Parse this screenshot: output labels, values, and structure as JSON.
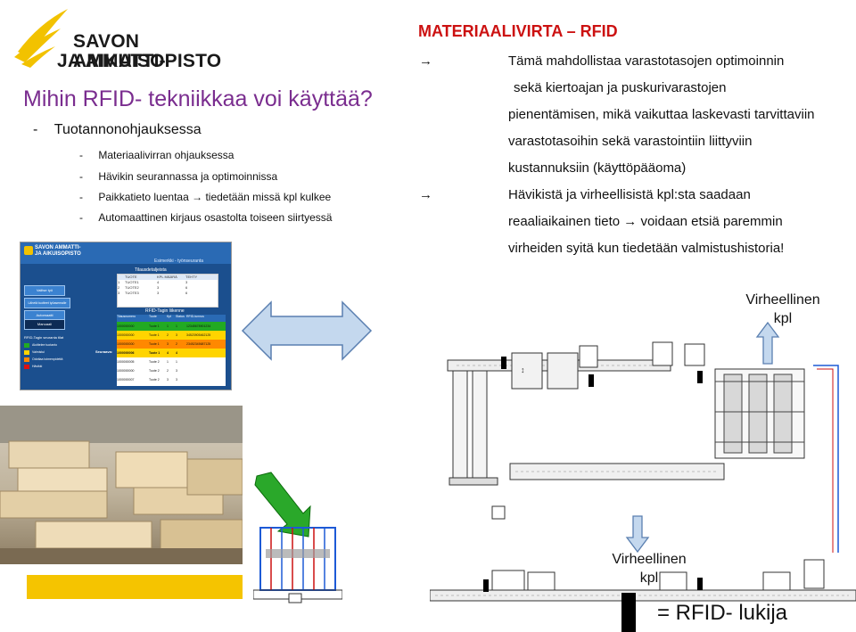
{
  "logo": {
    "line1": "SAVON AMMATTI-",
    "line2": "JA AIKUISOPISTO",
    "accent": "#f2c200"
  },
  "left": {
    "heading": "Mihin RFID- tekniikkaa voi käyttää?",
    "items": [
      {
        "marker": "-",
        "text": "Tuotannonohjauksessa"
      },
      {
        "marker": "-",
        "text": "Materiaalivirran ohjauksessa"
      },
      {
        "marker": "-",
        "text": "Hävikin seurannassa ja optimoinnissa"
      },
      {
        "marker": "-",
        "text": "Paikkatieto luentaa",
        "arrow": "→",
        "rest": "tiedetään missä kpl kulkee"
      },
      {
        "marker": "-",
        "text": "Automaattinen kirjaus osastolta toiseen siirtyessä"
      }
    ]
  },
  "right": {
    "title": "MATERIAALIVIRTA – RFID",
    "bullet_arrow": "→",
    "lines": [
      "Tämä mahdollistaa varastotasojen optimoinnin",
      "sekä kiertoajan ja puskurivarastojen",
      "pienentämisen, mikä vaikuttaa laskevasti tarvittaviin",
      "varastotasoihin sekä varastointiin liittyviin",
      "kustannuksiin (käyttöpääoma)",
      "Hävikistä ja virheellisistä kpl:sta saadaan",
      "reaaliaikainen tieto",
      "voidaan etsiä paremmin",
      "virheiden syitä kun tiedetään valmistushistoria!"
    ]
  },
  "screenshot": {
    "logo_line1": "SAVON AMMATTI-",
    "logo_line2": "JA AIKUISOPISTO",
    "banner": "Esimerkki - työnseuranta",
    "table_title": "Tilausdetaljeista",
    "menu": [
      "Valitse työ",
      "Lähetä tuotteet työasemalle",
      "Automaatti",
      "Manuaali"
    ],
    "order_header": [
      "TUOTE",
      "KPL MÄÄRÄ",
      "TEHTY"
    ],
    "orders": [
      [
        "1",
        "TUOTE1",
        "4",
        "3"
      ],
      [
        "2",
        "TUOTE2",
        "3",
        "6"
      ],
      [
        "3",
        "TUOTE3",
        "3",
        "6"
      ]
    ],
    "rfid_title": "RFID-Tagin liikenne",
    "rfid_header": [
      "Tilausnumero",
      "Tuote",
      "Kpl",
      "Status",
      "RFID-tunnus"
    ],
    "next_label": "Seuraava:",
    "legend_title": "RFID-Tagin seuranta tilat",
    "legend": [
      {
        "label": "Aloittelee tuotanto",
        "color": "#22aa22"
      },
      {
        "label": "Valmistui",
        "color": "#ffd400"
      },
      {
        "label": "Odottaa toimenpidettä",
        "color": "#ff8800"
      },
      {
        "label": "Hävikki",
        "color": "#dd1111"
      }
    ],
    "rfid_rows": [
      [
        "1000000000",
        "Tuote 1",
        "1",
        "1",
        "12345678901234"
      ],
      [
        "1000000000",
        "Tuote 1",
        "2",
        "3",
        "34523905462125"
      ],
      [
        "1000000000",
        "Tuote 1",
        "3",
        "2",
        "23452345687125"
      ],
      [
        "1000000006",
        "Tuote 1",
        "4",
        "4",
        ""
      ],
      [
        "1000000005",
        "Tuote 2",
        "1",
        "1",
        ""
      ],
      [
        "1000000000",
        "Tuote 2",
        "2",
        "3",
        ""
      ],
      [
        "1000000007",
        "Tuote 2",
        "3",
        "3",
        ""
      ]
    ]
  },
  "labels": {
    "defect_top": [
      "Virheellinen",
      "kpl"
    ],
    "defect_bottom": [
      "Virheellinen",
      "kpl"
    ],
    "legend": "= RFID- lukija"
  },
  "colors": {
    "arrow_fill": "#c4d8ee",
    "arrow_stroke": "#5a7fb0",
    "highlight": "#f5c400",
    "green_arrow": "#2aa82a"
  }
}
